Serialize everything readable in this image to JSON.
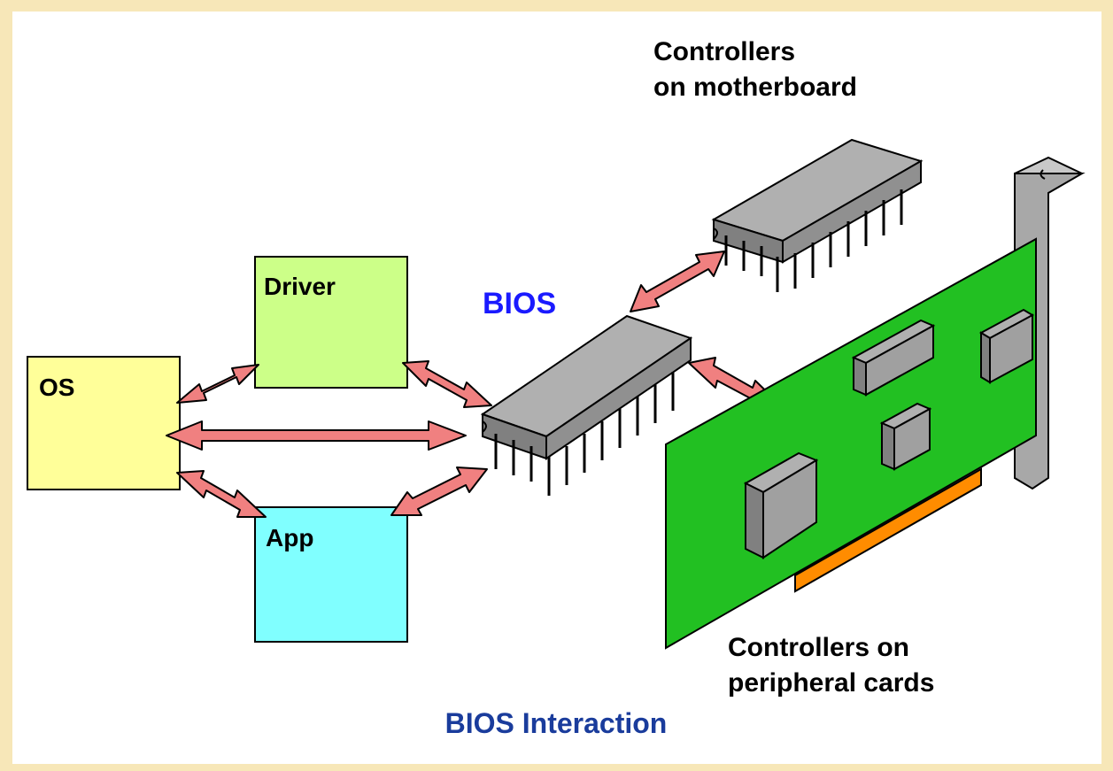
{
  "nodes": {
    "os": {
      "label": "OS",
      "color": "#ffff99"
    },
    "driver": {
      "label": "Driver",
      "color": "#ccff88"
    },
    "app": {
      "label": "App",
      "color": "#80ffff"
    }
  },
  "bios_label": "BIOS",
  "motherboard_label": [
    "Controllers",
    "on motherboard"
  ],
  "peripheral_label": [
    "Controllers on",
    "peripheral cards"
  ],
  "caption": "BIOS Interaction",
  "colors": {
    "background_border": "#f7e7b8",
    "arrow": "#f08080",
    "chip": "#a0a0a0",
    "card": "#22c022",
    "connector": "#ff8c00",
    "bios_text": "#1a1aff",
    "caption_text": "#1a3c9c"
  }
}
